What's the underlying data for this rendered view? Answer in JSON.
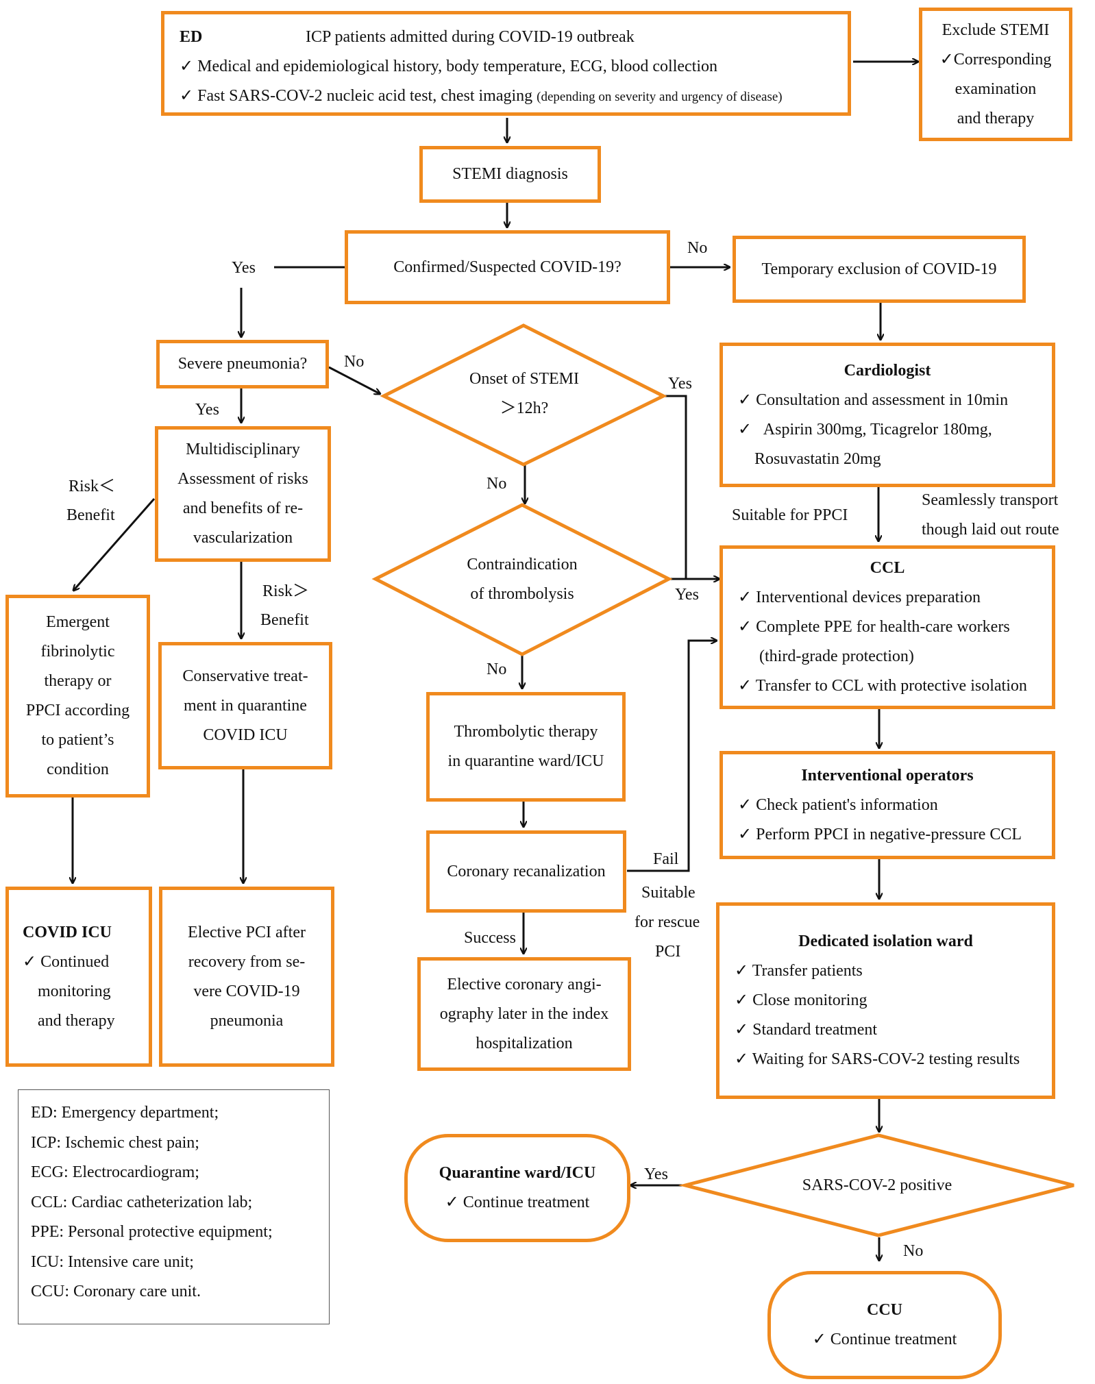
{
  "ed": {
    "tag": "ED",
    "title": "ICP patients admitted during COVID-19 outbreak",
    "line1": "Medical and epidemiological history, body temperature, ECG, blood collection",
    "line2_main": "Fast SARS-COV-2 nucleic acid test, chest imaging",
    "line2_note": "(depending on severity and urgency of disease)"
  },
  "exclude": {
    "title": "Exclude STEMI",
    "l1": "Corresponding",
    "l2": "examination",
    "l3": "and therapy"
  },
  "stemi": "STEMI diagnosis",
  "confirmed": "Confirmed/Suspected COVID-19?",
  "temporary": "Temporary exclusion of COVID-19",
  "severe": "Severe pneumonia?",
  "onset": {
    "l1": "Onset of STEMI",
    "l2": "＞12h?"
  },
  "multi": {
    "l1": "Multidisciplinary",
    "l2": "Assessment of risks",
    "l3": "and benefits of re-",
    "l4": "vascularization"
  },
  "contra": {
    "l1": "Contraindication",
    "l2": "of thrombolysis"
  },
  "cardiologist": {
    "title": "Cardiologist",
    "l1": "Consultation and assessment in 10min",
    "l2": "Aspirin 300mg, Ticagrelor 180mg,",
    "l3": "Rosuvastatin 20mg"
  },
  "ccl": {
    "title": "CCL",
    "l1": "Interventional devices preparation",
    "l2": "Complete PPE for health-care workers",
    "l3": "(third-grade protection)",
    "l4": "Transfer to CCL with protective isolation"
  },
  "emergent": {
    "l1": "Emergent",
    "l2": "fibrinolytic",
    "l3": "therapy or",
    "l4": "PPCI according",
    "l5": "to patient’s",
    "l6": "condition"
  },
  "conservative": {
    "l1": "Conservative treat-",
    "l2": "ment in quarantine",
    "l3": "COVID ICU"
  },
  "thrombolytic": {
    "l1": "Thrombolytic therapy",
    "l2": "in quarantine ward/ICU"
  },
  "interventional": {
    "title": "Interventional operators",
    "l1": "Check patient's information",
    "l2": "Perform PPCI in negative-pressure CCL"
  },
  "recanal": "Coronary recanalization",
  "covid_icu": {
    "title": "COVID ICU",
    "l1": "Continued",
    "l2": "monitoring",
    "l3": "and therapy"
  },
  "elective_pci": {
    "l1": "Elective PCI after",
    "l2": "recovery from se-",
    "l3": "vere COVID-19",
    "l4": "pneumonia"
  },
  "elective_cor": {
    "l1": "Elective coronary angi-",
    "l2": "ography later in the index",
    "l3": "hospitalization"
  },
  "dedicated": {
    "title": "Dedicated isolation ward",
    "l1": "Transfer patients",
    "l2": "Close monitoring",
    "l3": "Standard treatment",
    "l4": "Waiting for SARS-COV-2 testing results"
  },
  "sars": "SARS-COV-2 positive",
  "quarantine": {
    "title": "Quarantine ward/ICU",
    "l1": "Continue treatment"
  },
  "ccu": {
    "title": "CCU",
    "l1": "Continue treatment"
  },
  "labels": {
    "yes1": "Yes",
    "no1": "No",
    "no2": "No",
    "yes_onset": "Yes",
    "yes_severe": "Yes",
    "no_onset": "No",
    "risk_lt_1": "Risk＜",
    "risk_lt_2": "Benefit",
    "risk_gt_1": "Risk＞",
    "risk_gt_2": "Benefit",
    "suitable_ppci": "Suitable for PPCI",
    "seamless1": "Seamlessly transport",
    "seamless2": "though laid out route",
    "yes_contra": "Yes",
    "no_contra": "No",
    "fail": "Fail",
    "rescue1": "Suitable",
    "rescue2": "for rescue",
    "rescue3": "PCI",
    "success": "Success",
    "yes_sars": "Yes",
    "no_sars": "No"
  },
  "legend": [
    "ED: Emergency department;",
    "ICP: Ischemic chest pain;",
    "ECG: Electrocardiogram;",
    "CCL: Cardiac catheterization lab;",
    "PPE: Personal protective equipment;",
    "ICU: Intensive care unit;",
    "CCU: Coronary care unit."
  ],
  "check": "✓"
}
